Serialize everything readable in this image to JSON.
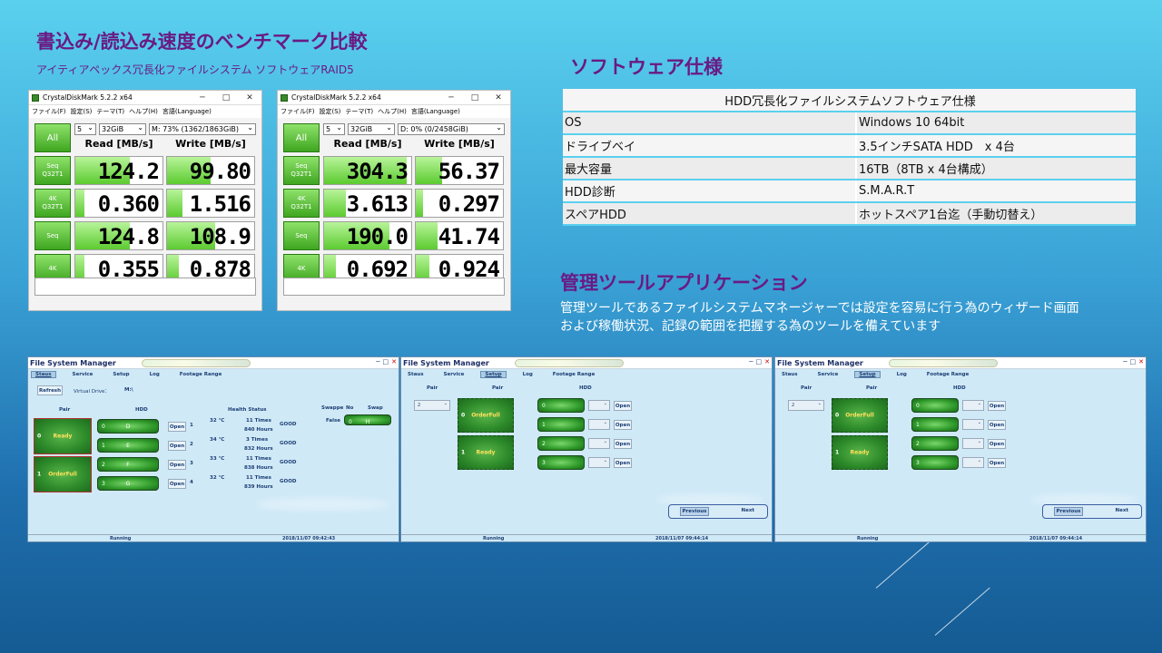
{
  "headings": {
    "bench_title": "書込み/読込み速度のベンチマーク比較",
    "bench_subtitle": "アイティアペックス冗長化ファイルシステム ソフトウェアRAID5",
    "software_title": "ソフトウェア仕様",
    "tool_title": "管理ツールアプリケーション",
    "tool_desc_1": "管理ツールであるファイルシステムマネージャーでは設定を容易に行う為のウィザード画面",
    "tool_desc_2": "および稼働状況、記録の範囲を把握する為のツールを備えています"
  },
  "cdm_common": {
    "title": "CrystalDiskMark 5.2.2 x64",
    "win_min": "─",
    "win_max": "□",
    "win_close": "✕",
    "menu": [
      "ファイル(F)",
      "設定(S)",
      "テーマ(T)",
      "ヘルプ(H)",
      "言語(Language)"
    ],
    "all": "All",
    "count": "5",
    "size": "32GiB",
    "read_header": "Read [MB/s]",
    "write_header": "Write [MB/s]",
    "rows": [
      {
        "l1": "Seq",
        "l2": "Q32T1"
      },
      {
        "l1": "4K",
        "l2": "Q32T1"
      },
      {
        "l1": "Seq",
        "l2": ""
      },
      {
        "l1": "4K",
        "l2": ""
      }
    ]
  },
  "cdm": [
    {
      "drive": "M: 73% (1362/1863GiB)",
      "read": [
        "124.2",
        "0.360",
        "124.8",
        "0.355"
      ],
      "write": [
        "99.80",
        "1.516",
        "108.9",
        "0.878"
      ],
      "read_fill": [
        0.62,
        0.1,
        0.62,
        0.1
      ],
      "write_fill": [
        0.5,
        0.18,
        0.55,
        0.14
      ]
    },
    {
      "drive": "D: 0% (0/2458GiB)",
      "read": [
        "304.3",
        "3.613",
        "190.0",
        "0.692"
      ],
      "write": [
        "56.37",
        "0.297",
        "41.74",
        "0.924"
      ],
      "read_fill": [
        0.95,
        0.25,
        0.75,
        0.14
      ],
      "write_fill": [
        0.3,
        0.08,
        0.25,
        0.16
      ]
    }
  ],
  "spec": {
    "header": "HDD冗長化ファイルシステムソフトウェア仕様",
    "rows": [
      {
        "k": "OS",
        "v": "Windows 10 64bit"
      },
      {
        "k": "ドライブベイ",
        "v": "3.5インチSATA HDD　x 4台"
      },
      {
        "k": "最大容量",
        "v": "16TB（8TB x 4台構成）"
      },
      {
        "k": "HDD診断",
        "v": "S.M.A.R.T"
      },
      {
        "k": "スペアHDD",
        "v": "ホットスペア1台迄（手動切替え）"
      }
    ]
  },
  "fsm_common": {
    "title": "File System Manager",
    "tabs": [
      "Staus",
      "Service",
      "Setup",
      "Log",
      "Footage Range"
    ],
    "win_min": "─",
    "win_max": "□",
    "win_close": "✕",
    "pair": "Pair",
    "hdd": "HDD",
    "open": "Open",
    "running": "Running",
    "previous": "Previous",
    "next": "Next"
  },
  "fsm1": {
    "refresh": "Refresh",
    "virtual_drive": "Virtual Drive：",
    "vd_value": "M:\\",
    "health": "Health Status",
    "swappe": "Swappe",
    "no": "No",
    "swap": "Swap",
    "false": "False",
    "swap_num": "0",
    "swap_drive": "H",
    "pairs": [
      {
        "n": "0",
        "s": "Ready"
      },
      {
        "n": "1",
        "s": "OrderFull"
      }
    ],
    "drives": [
      {
        "n": "0",
        "d": "D",
        "idx": "1",
        "temp": "32 ℃",
        "times": "11 Times",
        "hours": "840 Hours",
        "st": "GOOD"
      },
      {
        "n": "1",
        "d": "E",
        "idx": "2",
        "temp": "34 ℃",
        "times": "3 Times",
        "hours": "832 Hours",
        "st": "GOOD"
      },
      {
        "n": "2",
        "d": "F",
        "idx": "3",
        "temp": "33 ℃",
        "times": "11 Times",
        "hours": "838 Hours",
        "st": "GOOD"
      },
      {
        "n": "3",
        "d": "G",
        "idx": "4",
        "temp": "32 ℃",
        "times": "11 Times",
        "hours": "839 Hours",
        "st": "GOOD"
      }
    ],
    "timestamp": "2018/11/07 09:42:43"
  },
  "fsm2": {
    "pair_sel": "2",
    "pairs": [
      {
        "n": "0",
        "s": "OrderFull"
      },
      {
        "n": "1",
        "s": "Ready"
      }
    ],
    "drives": [
      "0",
      "1",
      "2",
      "3"
    ],
    "timestamp": "2018/11/07 09:44:14"
  },
  "fsm3": {
    "pair_sel": "2",
    "pairs": [
      {
        "n": "0",
        "s": "OrderFull"
      },
      {
        "n": "1",
        "s": "Ready"
      }
    ],
    "drives": [
      "0",
      "1",
      "2",
      "3"
    ],
    "timestamp": "2018/11/07 09:44:14"
  }
}
